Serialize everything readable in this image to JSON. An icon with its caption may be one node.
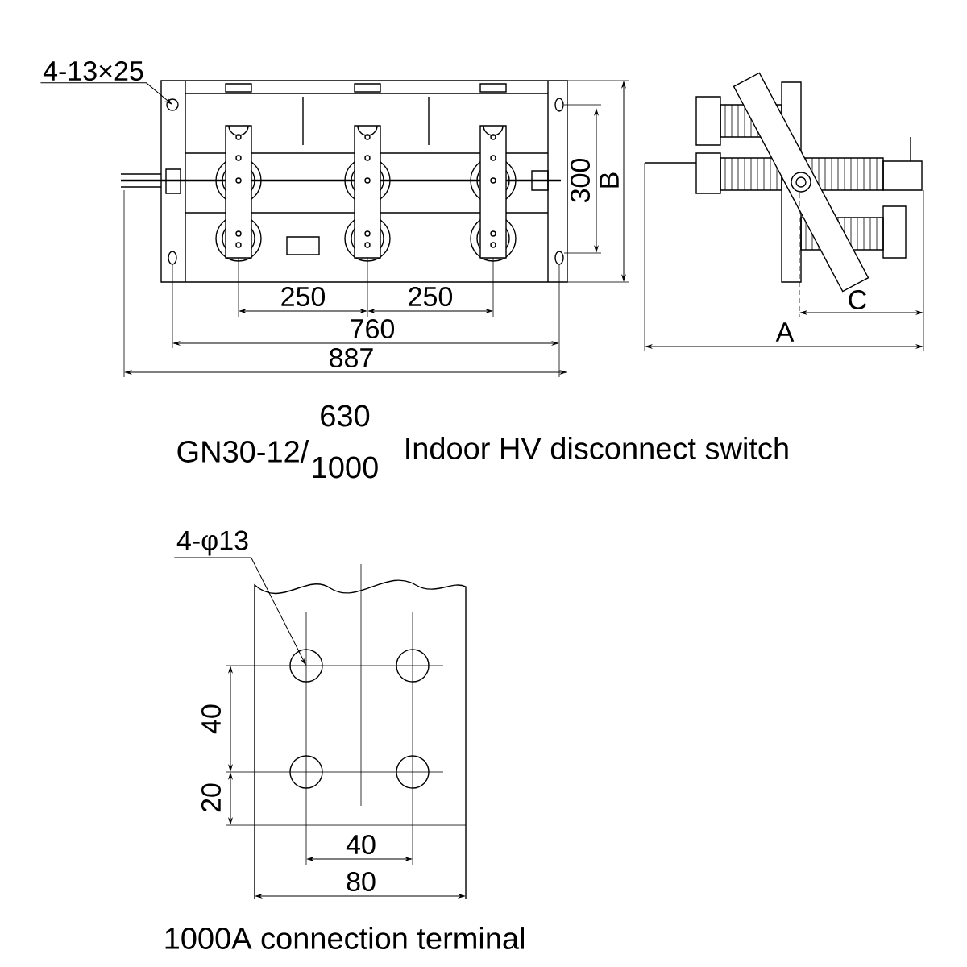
{
  "diagram": {
    "nodes": [
      {
        "text": [
          "4-13×25"
        ]
      },
      {
        "text": [],
        "shape": "circle"
      },
      {
        "text": [
          "4-φ13"
        ]
      },
      {
        "text": [],
        "shape": "circle"
      }
    ],
    "edges": [
      {
        "from": 0,
        "to": 1,
        "arrow": "to"
      },
      {
        "from": 2,
        "to": 3,
        "arrow": "to"
      }
    ],
    "labels": [
      "300",
      "B",
      "250",
      "250",
      "760",
      "887",
      "C",
      "A",
      "GN30-12/",
      "630",
      "1000",
      "Indoor HV disconnect switch",
      "40",
      "20",
      "40",
      "80",
      "1000A connection terminal"
    ]
  }
}
